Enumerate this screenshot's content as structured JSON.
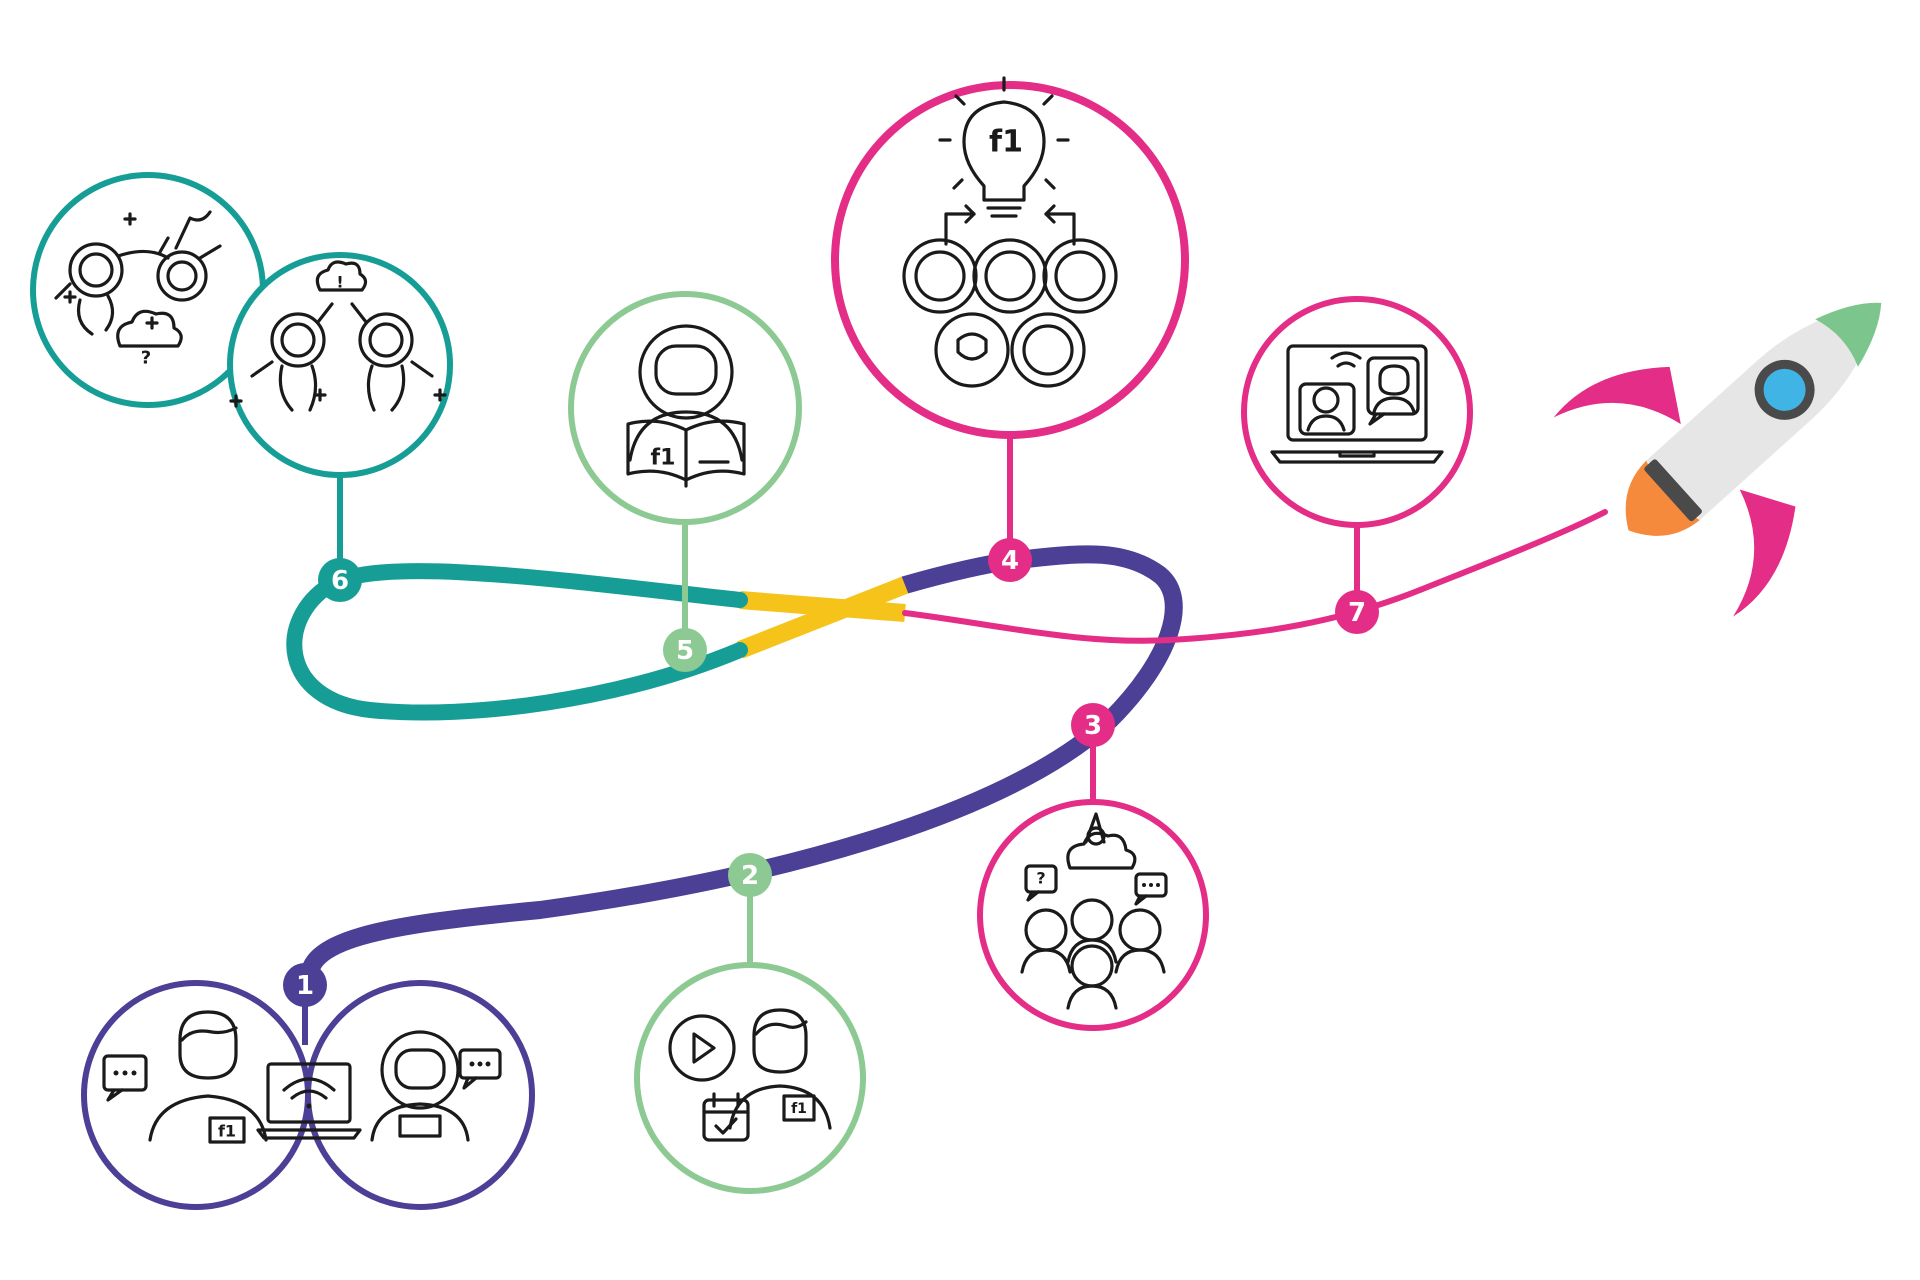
{
  "colors": {
    "purple": "#4b3f96",
    "green": "#8dca93",
    "pink": "#e32d87",
    "teal": "#169e96",
    "yellow": "#f6c31b",
    "rocket_body": "#e6e6e6",
    "rocket_window": "#3fb4e5",
    "rocket_nose": "#7cc68d",
    "rocket_flame": "#f58a3c"
  },
  "steps": [
    {
      "number": "1",
      "icon": "video-call-icon"
    },
    {
      "number": "2",
      "icon": "video-schedule-icon"
    },
    {
      "number": "3",
      "icon": "team-brainstorm-icon"
    },
    {
      "number": "4",
      "icon": "idea-network-icon"
    },
    {
      "number": "5",
      "icon": "astronaut-reading-icon"
    },
    {
      "number": "6",
      "icon": "astronauts-floating-icon"
    },
    {
      "number": "7",
      "icon": "laptop-chat-icon"
    }
  ],
  "logo_text": "f1",
  "rocket_icon": "rocket-icon"
}
